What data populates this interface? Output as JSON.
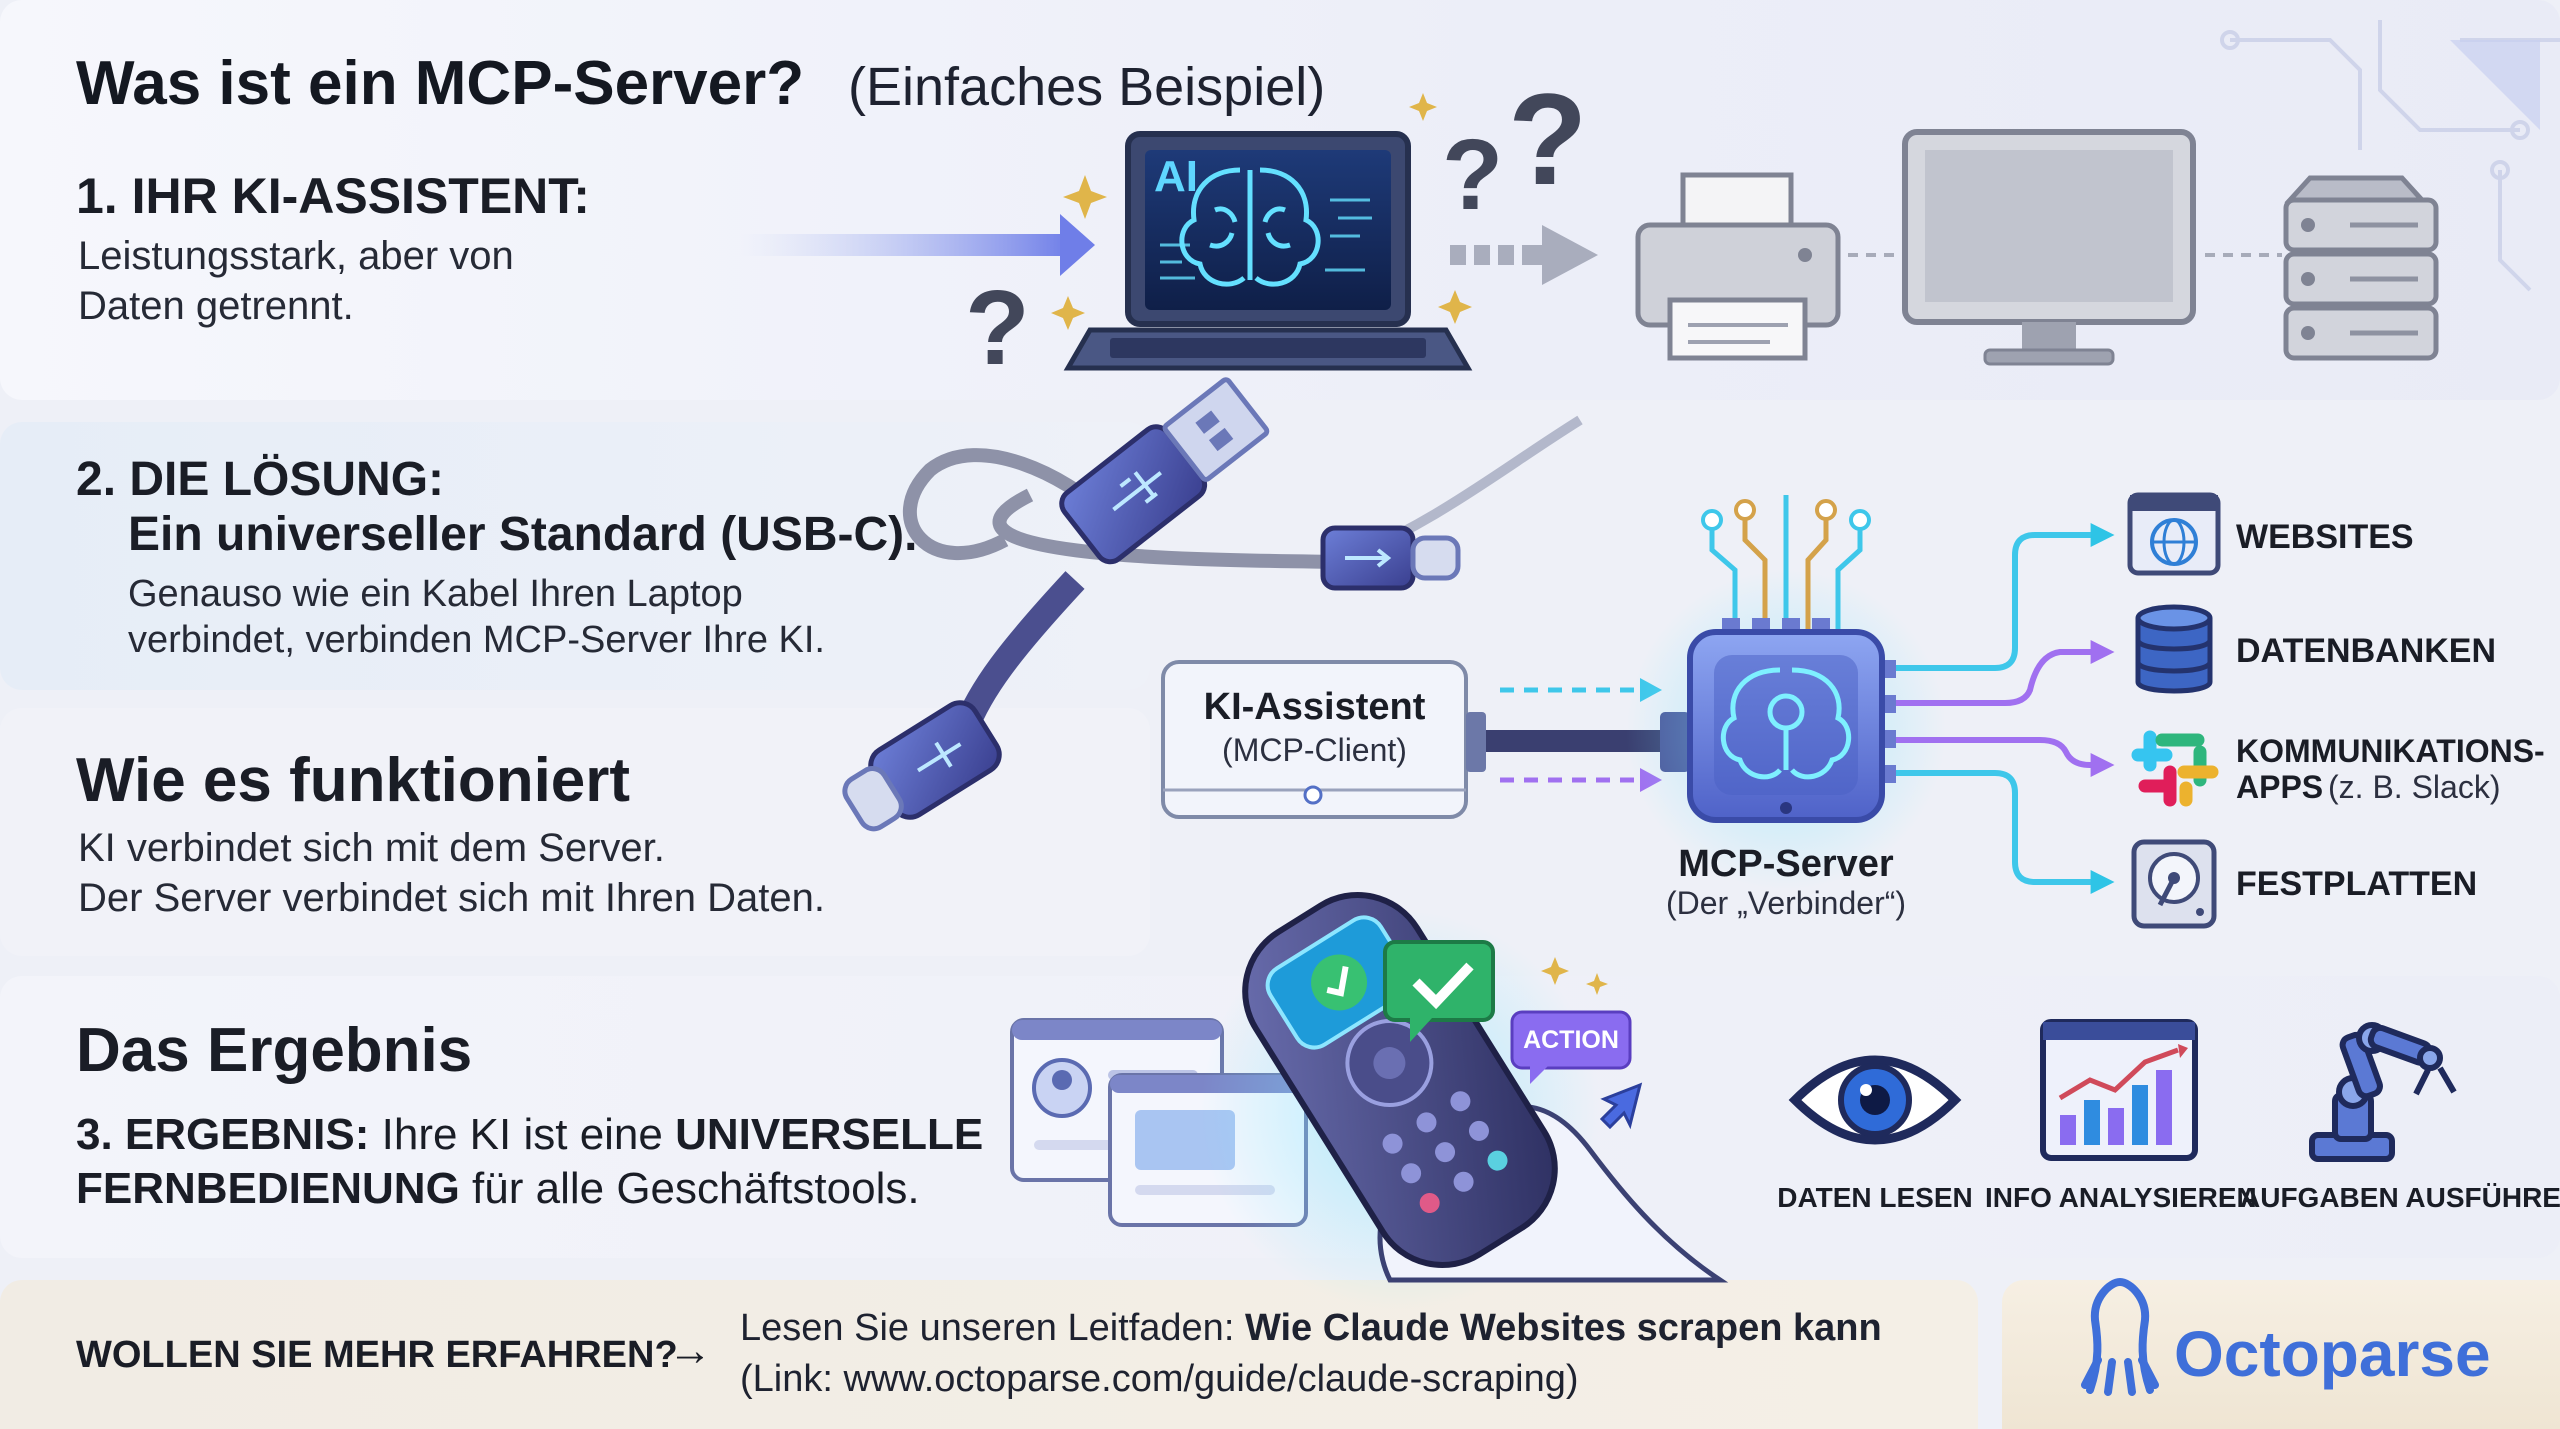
{
  "title": {
    "main": "Was ist ein MCP-Server?",
    "sub": "(Einfaches Beispiel)"
  },
  "section1": {
    "heading": "1. IHR KI-ASSISTENT:",
    "line1": "Leistungsstark, aber von",
    "line2": "Daten getrennt.",
    "laptop_label": "AI",
    "q1": "?",
    "q2": "?",
    "q3": "?"
  },
  "section2": {
    "heading": "2. DIE LÖSUNG:",
    "subheading": "Ein universeller Standard (USB-C).",
    "line1": "Genauso wie ein Kabel Ihren Laptop",
    "line2": "verbindet, verbinden MCP-Server Ihre KI."
  },
  "how": {
    "heading": "Wie es funktioniert",
    "line1": "KI verbindet sich mit dem Server.",
    "line2": "Der Server verbindet sich mit Ihren Daten."
  },
  "diagram": {
    "client_title": "KI-Assistent",
    "client_sub": "(MCP-Client)",
    "server_title": "MCP-Server",
    "server_sub": "(Der „Verbinder“)",
    "targets": [
      {
        "label": "WEBSITES",
        "icon": "globe-icon"
      },
      {
        "label": "DATENBANKEN",
        "icon": "database-icon"
      },
      {
        "label": "KOMMUNIKATIONS-",
        "label2": "APPS",
        "label3": "(z. B. Slack)",
        "icon": "slack-icon"
      },
      {
        "label": "FESTPLATTEN",
        "icon": "hard-drive-icon"
      }
    ],
    "colors": {
      "cyan": "#2ec4e6",
      "purple": "#9a6cf0",
      "server": "#5b7be6"
    }
  },
  "result": {
    "heading": "Das Ergebnis",
    "line1_bold": "3. ERGEBNIS:",
    "line1_regular": "Ihre KI ist eine",
    "line1_bold2": "UNIVERSELLE",
    "line2_bold": "FERNBEDIENUNG",
    "line2_regular": "für alle Geschäftstools.",
    "action_badge": "ACTION",
    "capabilities": [
      {
        "label": "DATEN LESEN",
        "icon": "eye-icon"
      },
      {
        "label": "INFO ANALYSIEREN",
        "icon": "chart-icon"
      },
      {
        "label": "AUFGABEN AUSFÜHREN",
        "icon": "robot-arm-icon"
      }
    ]
  },
  "footer": {
    "cta": "WOLLEN SIE MEHR ERFAHREN?",
    "arrow": "→",
    "guide_prefix": "Lesen Sie unseren Leitfaden:",
    "guide_title": "Wie Claude Websites scrapen kann",
    "link": "(Link: www.octoparse.com/guide/claude-scraping)"
  },
  "brand": {
    "name": "Octoparse",
    "color": "#3f6fd9"
  }
}
